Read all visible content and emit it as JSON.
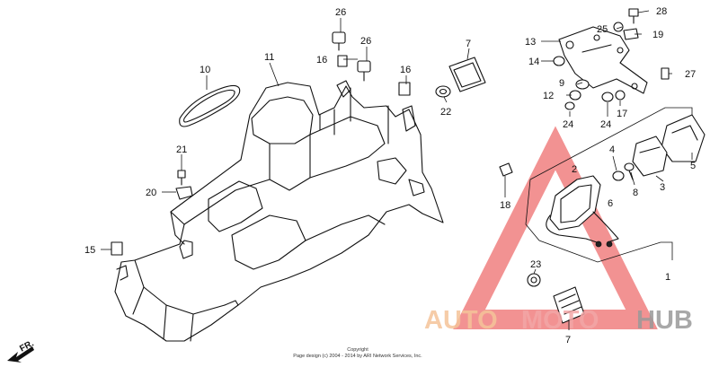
{
  "diagram": {
    "part_labels": [
      "1",
      "2",
      "3",
      "4",
      "5",
      "6",
      "7",
      "8",
      "9",
      "10",
      "11",
      "12",
      "13",
      "14",
      "15",
      "16",
      "17",
      "18",
      "19",
      "20",
      "21",
      "22",
      "23",
      "24",
      "25",
      "26",
      "27",
      "28"
    ],
    "label_26b": "26",
    "label_16b": "16",
    "label_24b": "24",
    "label_7b": "7",
    "direction_label": "FR.",
    "copyright_line1": "Copyright",
    "copyright_line2": "Page design (c) 2004 - 2014 by ARI Network Services, Inc."
  },
  "watermark": {
    "part1": "AUTO",
    "part2": "MOTO",
    "part3": "HUB",
    "colors": {
      "auto": "#f5c49a",
      "moto": "#f3a6a6",
      "hub": "#9a9a9a",
      "triangle": "#ee6e6e"
    }
  }
}
